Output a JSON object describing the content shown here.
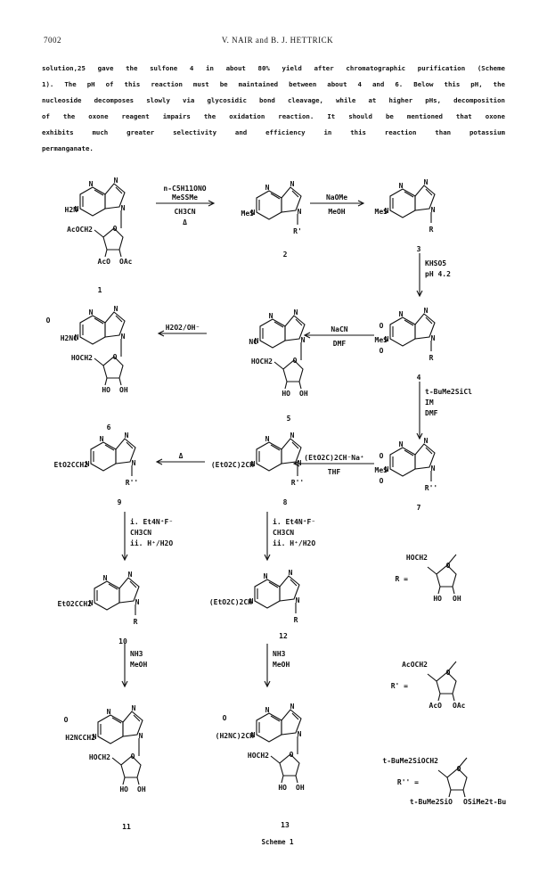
{
  "header": {
    "page_number": "7002",
    "running_head": "V. NAIR and B. J. HETTRICK"
  },
  "body_text": {
    "lines": [
      "solution,25 gave the sulfone 4 in about 80% yield after chromatographic purification (Scheme",
      "1).   The pH of this reaction must be maintained between about 4 and 6.  Below this pH, the",
      "nucleoside decomposes slowly via glycosidic bond cleavage, while at higher pHs, decomposition",
      "of the oxone reagent impairs the oxidation reaction.  It should be mentioned that oxone",
      "exhibits  much greater selectivity and efficiency in this reaction than potassium",
      "permanganate."
    ]
  },
  "scheme": {
    "caption": "Scheme 1",
    "compounds": {
      "c1": {
        "number": "1",
        "labels": [
          "H2N",
          "AcOCH2",
          "AcO",
          "OAc"
        ]
      },
      "c2": {
        "number": "2",
        "labels": [
          "MeS",
          "R'"
        ]
      },
      "c3": {
        "number": "3",
        "labels": [
          "MeS",
          "R"
        ]
      },
      "c4": {
        "number": "4",
        "labels": [
          "MeS",
          "O",
          "O",
          "R"
        ]
      },
      "c5": {
        "number": "5",
        "labels": [
          "NC",
          "HOCH2",
          "HO",
          "OH"
        ]
      },
      "c6": {
        "number": "6",
        "labels": [
          "H2NC",
          "O",
          "HOCH2",
          "HO",
          "OH"
        ]
      },
      "c7": {
        "number": "7",
        "labels": [
          "MeS",
          "O",
          "O",
          "R''"
        ]
      },
      "c8": {
        "number": "8",
        "labels": [
          "(EtO2C)2CH",
          "R''"
        ]
      },
      "c9": {
        "number": "9",
        "labels": [
          "EtO2CCH2",
          "R''"
        ]
      },
      "c10": {
        "number": "10",
        "labels": [
          "EtO2CCH2",
          "R"
        ]
      },
      "c11": {
        "number": "11",
        "labels": [
          "H2NCCH2",
          "O",
          "HOCH2",
          "HO",
          "OH"
        ]
      },
      "c12": {
        "number": "12",
        "labels": [
          "(EtO2C)2CH",
          "R"
        ]
      },
      "c13": {
        "number": "13",
        "labels": [
          "(H2NC)2CH",
          "O",
          "HOCH2",
          "HO",
          "OH"
        ]
      }
    },
    "reagents": {
      "r1": [
        "n-C5H11ONO",
        "MeSSMe",
        "CH3CN",
        "Δ"
      ],
      "r2": [
        "NaOMe",
        "MeOH"
      ],
      "r3": [
        "KHSO5",
        "pH 4.2"
      ],
      "r4": [
        "NaCN",
        "DMF"
      ],
      "r5": [
        "H2O2/OH⁻"
      ],
      "r6": [
        "t-BuMe2SiCl",
        "IM",
        "DMF"
      ],
      "r7": [
        "(EtO2C)2CH⁻Na⁺",
        "THF"
      ],
      "r8": [
        "Δ"
      ],
      "r9": [
        "i. Et4N⁺F⁻",
        "CH3CN",
        "ii. H⁺/H2O"
      ],
      "r10": [
        "i. Et4N⁺F⁻",
        "CH3CN",
        "ii. H⁺/H2O"
      ],
      "r11": [
        "NH3",
        "MeOH"
      ],
      "r12": [
        "NH3",
        "MeOH"
      ]
    },
    "definitions": {
      "R": {
        "label": "R =",
        "groups": [
          "HOCH2",
          "HO",
          "OH"
        ]
      },
      "R1": {
        "label": "R' =",
        "groups": [
          "AcOCH2",
          "AcO",
          "OAc"
        ]
      },
      "R2": {
        "label": "R'' =",
        "groups": [
          "t-BuMe2SiOCH2",
          "t-BuMe2SiO",
          "OSiMe2t-Bu"
        ]
      }
    }
  }
}
